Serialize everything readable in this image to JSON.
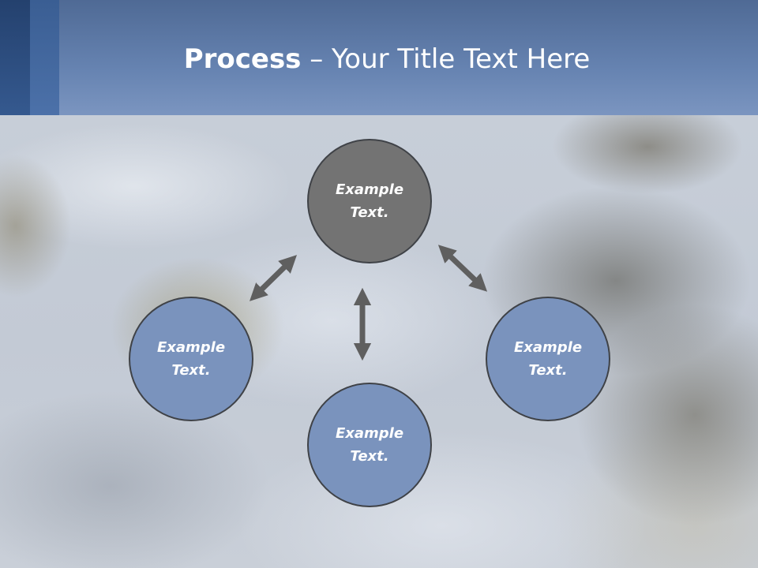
{
  "slide": {
    "title_bold": "Process",
    "title_rest": " – Your Title Text Here"
  },
  "diagram": {
    "nodes": [
      {
        "id": "top",
        "line1": "Example",
        "line2": "Text.",
        "fill": "#737373"
      },
      {
        "id": "left",
        "line1": "Example",
        "line2": "Text.",
        "fill": "#7a93bd"
      },
      {
        "id": "bottom",
        "line1": "Example",
        "line2": "Text.",
        "fill": "#7a93bd"
      },
      {
        "id": "right",
        "line1": "Example",
        "line2": "Text.",
        "fill": "#7a93bd"
      }
    ],
    "connectors": [
      {
        "from": "top",
        "to": "left",
        "style": "double-arrow"
      },
      {
        "from": "top",
        "to": "bottom",
        "style": "double-arrow"
      },
      {
        "from": "top",
        "to": "right",
        "style": "double-arrow"
      }
    ]
  },
  "colors": {
    "header": "#6683b1",
    "header_stripe_dark": "#24416e",
    "header_stripe_mid": "#3a5e93",
    "center_node": "#737373",
    "outer_node": "#7a93bd",
    "node_border": "#3f4247",
    "arrow": "#5f5f5f",
    "text": "#ffffff"
  }
}
